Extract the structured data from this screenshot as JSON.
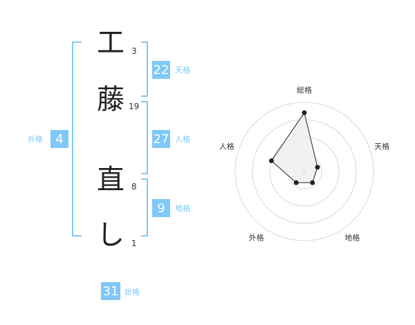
{
  "name_chars": [
    {
      "char": "工",
      "strokes": "3"
    },
    {
      "char": "藤",
      "strokes": "19"
    },
    {
      "char": "直",
      "strokes": "8"
    },
    {
      "char": "し",
      "strokes": "1"
    }
  ],
  "fortunes": {
    "tenkaku": {
      "value": "22",
      "label": "天格"
    },
    "jinkaku": {
      "value": "27",
      "label": "人格"
    },
    "chikaku": {
      "value": "9",
      "label": "地格"
    },
    "gaikaku": {
      "value": "4",
      "label": "外格"
    },
    "soukaku": {
      "value": "31",
      "label": "総格"
    }
  },
  "colors": {
    "accent": "#7fc8f8",
    "polygon_fill": "#eeeeee",
    "polygon_stroke": "#222222"
  },
  "chart_data": {
    "type": "radar",
    "axes": [
      "総格",
      "天格",
      "地格",
      "外格",
      "人格"
    ],
    "values": [
      0.85,
      0.2,
      0.2,
      0.2,
      0.5
    ],
    "max": 1,
    "rings": 4
  }
}
